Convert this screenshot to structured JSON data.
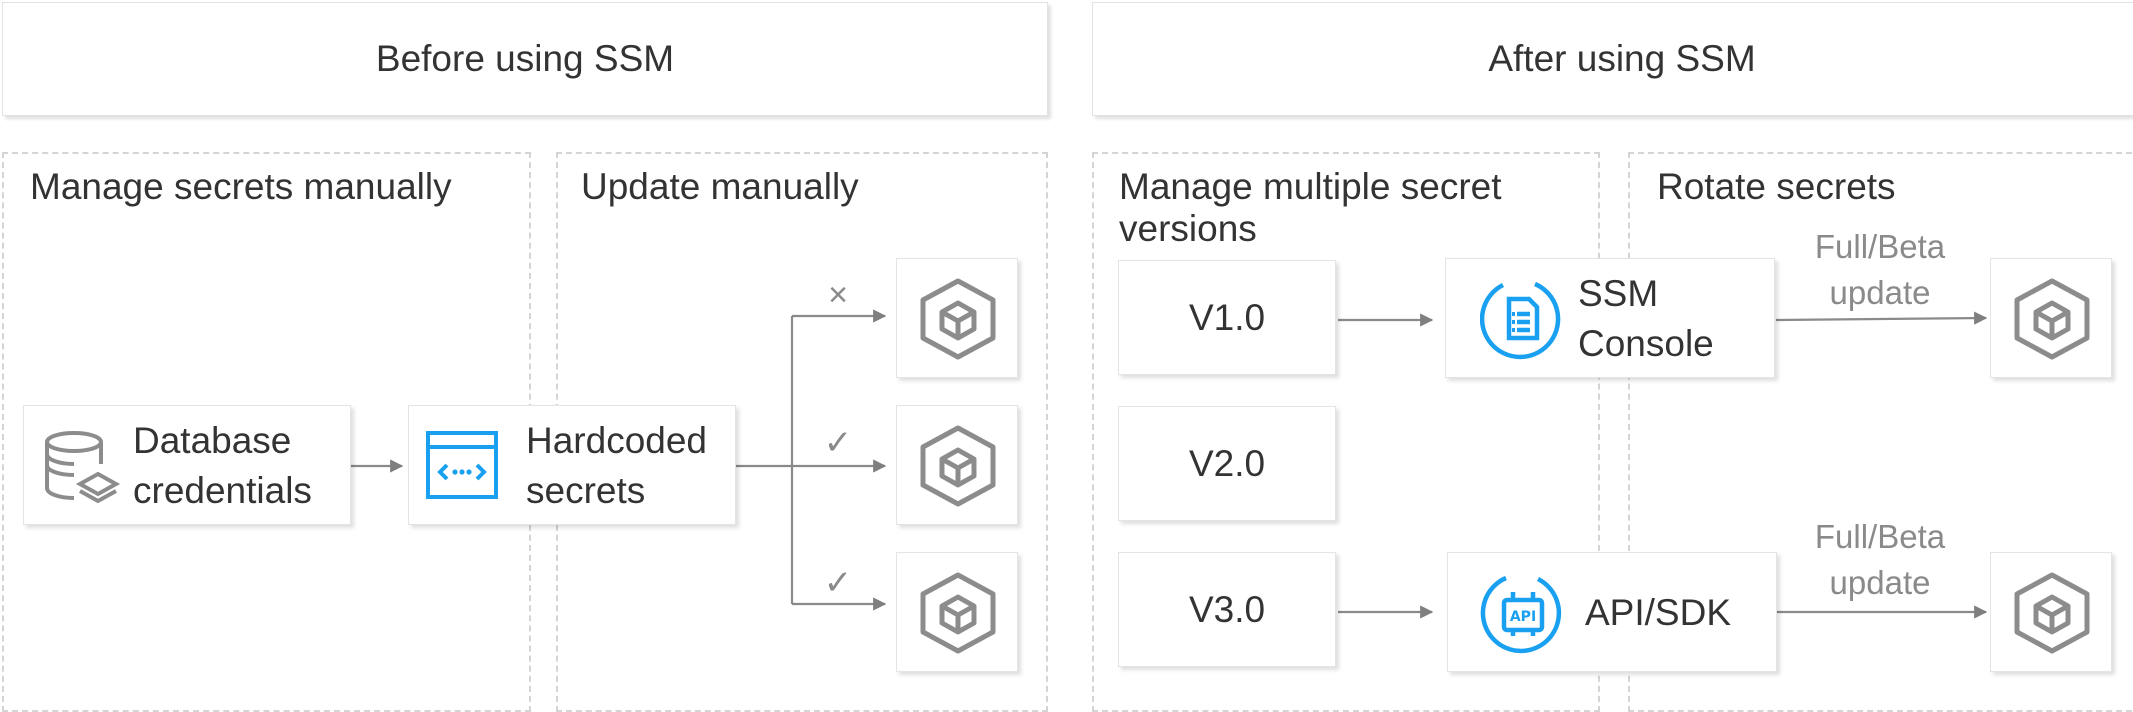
{
  "headers": {
    "before": "Before using SSM",
    "after": "After using SSM"
  },
  "panels": {
    "manage_manual": "Manage secrets manually",
    "update_manual": "Update manually",
    "manage_versions_line1": "Manage multiple secret",
    "manage_versions_line2": "versions",
    "rotate": "Rotate secrets"
  },
  "nodes": {
    "db_line1": "Database",
    "db_line2": "credentials",
    "hard_line1": "Hardcoded",
    "hard_line2": "secrets",
    "v1": "V1.0",
    "v2": "V2.0",
    "v3": "V3.0",
    "console_line1": "SSM",
    "console_line2": "Console",
    "api": "API/SDK"
  },
  "update_labels": {
    "top_line1": "Full/Beta",
    "top_line2": "update",
    "bottom_line1": "Full/Beta",
    "bottom_line2": "update"
  },
  "marks": {
    "fail": "×",
    "ok": "✓"
  },
  "colors": {
    "accent": "#1aa0f0",
    "gray_icon": "#8c8c8c",
    "arrow": "#7f7f7f"
  }
}
